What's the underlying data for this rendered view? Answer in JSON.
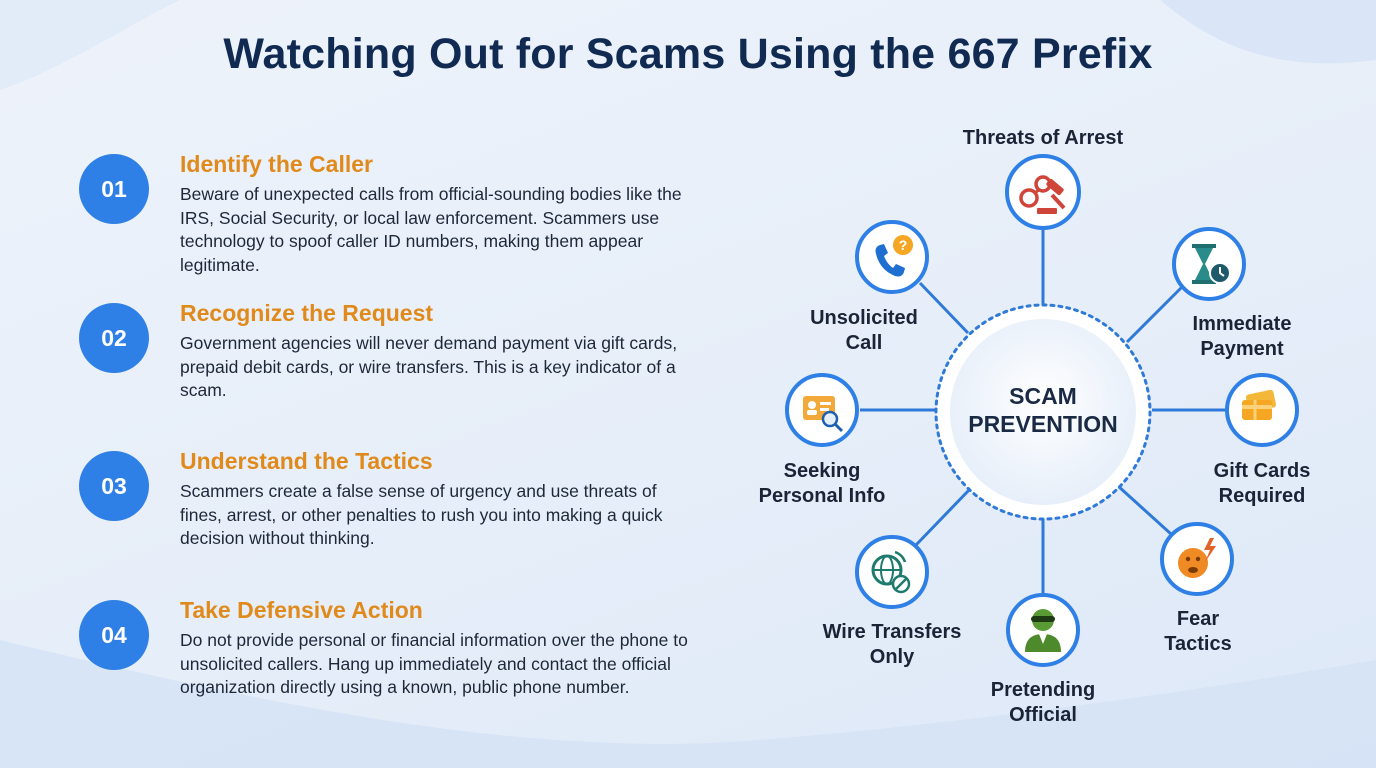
{
  "title": "Watching Out for Scams Using the 667 Prefix",
  "steps": [
    {
      "number": "01",
      "heading": "Identify the Caller",
      "text": "Beware of unexpected calls from official-sounding bodies like the IRS, Social Security, or local law enforcement. Scammers use technology to spoof caller ID numbers, making them appear legitimate."
    },
    {
      "number": "02",
      "heading": "Recognize the Request",
      "text": "Government agencies will never demand payment via gift cards, prepaid debit cards, or wire transfers. This is a key indicator of a scam."
    },
    {
      "number": "03",
      "heading": "Understand the Tactics",
      "text": "Scammers create a false sense of urgency and use threats of fines, arrest, or other penalties to rush you into making a quick decision without thinking."
    },
    {
      "number": "04",
      "heading": "Take Defensive Action",
      "text": "Do not provide personal or financial information over the phone to unsolicited callers. Hang up immediately and contact the official organization directly using a known, public phone number."
    }
  ],
  "diagram": {
    "center": [
      "SCAM",
      "PREVENTION"
    ],
    "nodes": [
      {
        "id": "arrest",
        "label": [
          "Threats of Arrest"
        ],
        "icon": "handcuffs-gavel-icon"
      },
      {
        "id": "payment",
        "label": [
          "Immediate",
          "Payment"
        ],
        "icon": "hourglass-clock-icon"
      },
      {
        "id": "giftcards",
        "label": [
          "Gift Cards",
          "Required"
        ],
        "icon": "gift-card-icon"
      },
      {
        "id": "fear",
        "label": [
          "Fear",
          "Tactics"
        ],
        "icon": "scared-face-icon"
      },
      {
        "id": "official",
        "label": [
          "Pretending",
          "Official"
        ],
        "icon": "masked-official-icon"
      },
      {
        "id": "wire",
        "label": [
          "Wire Transfers",
          "Only"
        ],
        "icon": "globe-transfer-icon"
      },
      {
        "id": "personal",
        "label": [
          "Seeking",
          "Personal Info"
        ],
        "icon": "id-card-search-icon"
      },
      {
        "id": "unsolicited",
        "label": [
          "Unsolicited",
          "Call"
        ],
        "icon": "phone-question-icon"
      }
    ]
  },
  "colors": {
    "accent": "#2f80e6",
    "heading": "#e08a1c",
    "title": "#102a52"
  }
}
